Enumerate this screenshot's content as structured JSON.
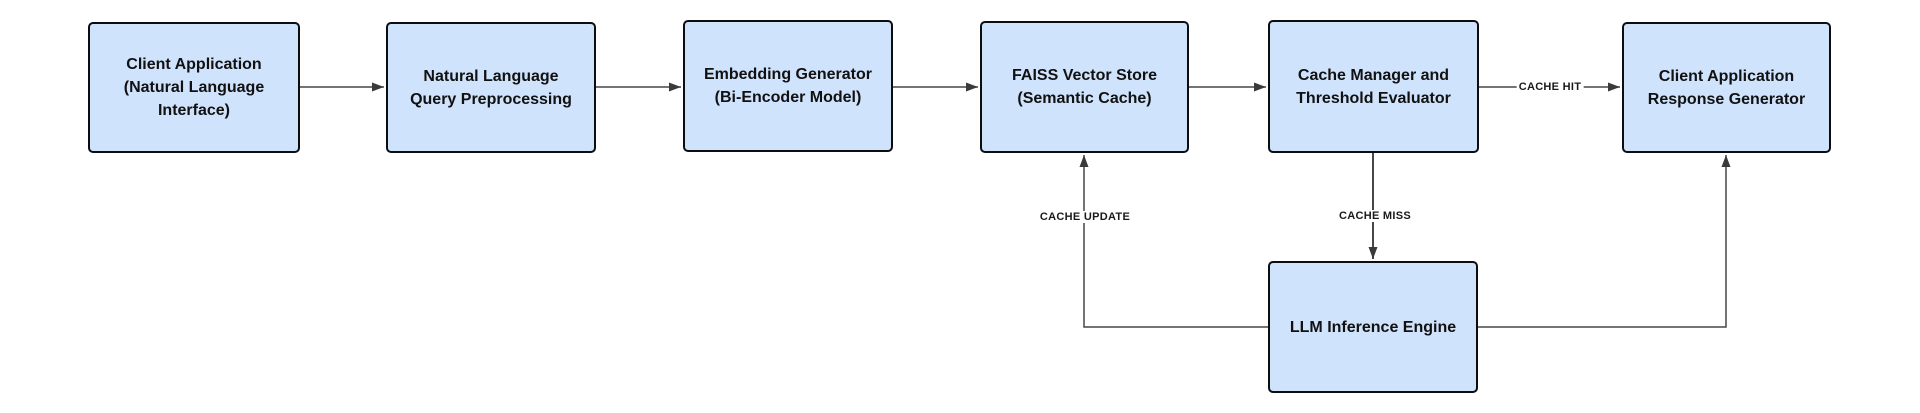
{
  "diagram": {
    "colors": {
      "node_fill": "#d0e3fc",
      "node_border": "#0d0d0d",
      "edge_line": "#474747",
      "arrowhead": "#3a3a3a",
      "background": "#ffffff",
      "text": "#111111"
    },
    "nodes": [
      {
        "id": "client-application",
        "label": "Client Application\n(Natural Language\nInterface)"
      },
      {
        "id": "nl-query-preprocessing",
        "label": "Natural Language\nQuery Preprocessing"
      },
      {
        "id": "embedding-generator",
        "label": "Embedding Generator\n(Bi-Encoder Model)"
      },
      {
        "id": "faiss-vector-store",
        "label": "FAISS Vector Store\n(Semantic Cache)"
      },
      {
        "id": "cache-manager",
        "label": "Cache Manager and\nThreshold Evaluator"
      },
      {
        "id": "response-generator",
        "label": "Client Application\nResponse Generator"
      },
      {
        "id": "llm-inference-engine",
        "label": "LLM Inference Engine"
      }
    ],
    "edges": [
      {
        "from": "client-application",
        "to": "nl-query-preprocessing",
        "label": ""
      },
      {
        "from": "nl-query-preprocessing",
        "to": "embedding-generator",
        "label": ""
      },
      {
        "from": "embedding-generator",
        "to": "faiss-vector-store",
        "label": ""
      },
      {
        "from": "faiss-vector-store",
        "to": "cache-manager",
        "label": ""
      },
      {
        "from": "cache-manager",
        "to": "response-generator",
        "label": "CACHE HIT"
      },
      {
        "from": "cache-manager",
        "to": "llm-inference-engine",
        "label": "CACHE MISS"
      },
      {
        "from": "llm-inference-engine",
        "to": "faiss-vector-store",
        "label": "CACHE UPDATE"
      },
      {
        "from": "llm-inference-engine",
        "to": "response-generator",
        "label": ""
      }
    ]
  }
}
